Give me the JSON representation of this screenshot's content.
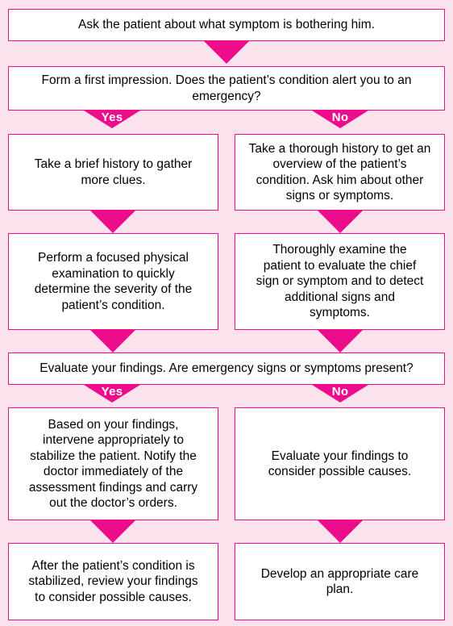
{
  "flowchart": {
    "step1": "Ask the patient about what symptom is bothering him.",
    "step2": "Form a first impression. Does the patient’s condition alert you to an emergency?",
    "yes_label_1": "Yes",
    "no_label_1": "No",
    "yes_branch": {
      "history": "Take a brief history to gather more clues.",
      "exam": "Perform a focused physical examination to quickly determine the severity of the patient’s condition."
    },
    "no_branch": {
      "history": "Take a thorough history to get an overview of the patient’s condition. Ask him about other signs or symptoms.",
      "exam": "Thoroughly examine the patient to evaluate the chief sign or symptom and to detect additional signs and symptoms."
    },
    "step_evaluate": "Evaluate your findings. Are emergency signs or symptoms present?",
    "yes_label_2": "Yes",
    "no_label_2": "No",
    "emergency_yes": {
      "intervene": "Based on your findings, intervene appropriately to stabilize the patient. Notify the doctor immediately of the assessment findings and carry out the doctor’s orders.",
      "review": "After the patient’s condition is stabilized, review your findings to consider possible causes."
    },
    "emergency_no": {
      "evaluate": "Evaluate your findings to consider possible causes.",
      "plan": "Develop an appropriate care plan."
    },
    "colors": {
      "accent": "#ec0c8c",
      "background": "#fbe3ee",
      "box": "#ffffff"
    }
  }
}
